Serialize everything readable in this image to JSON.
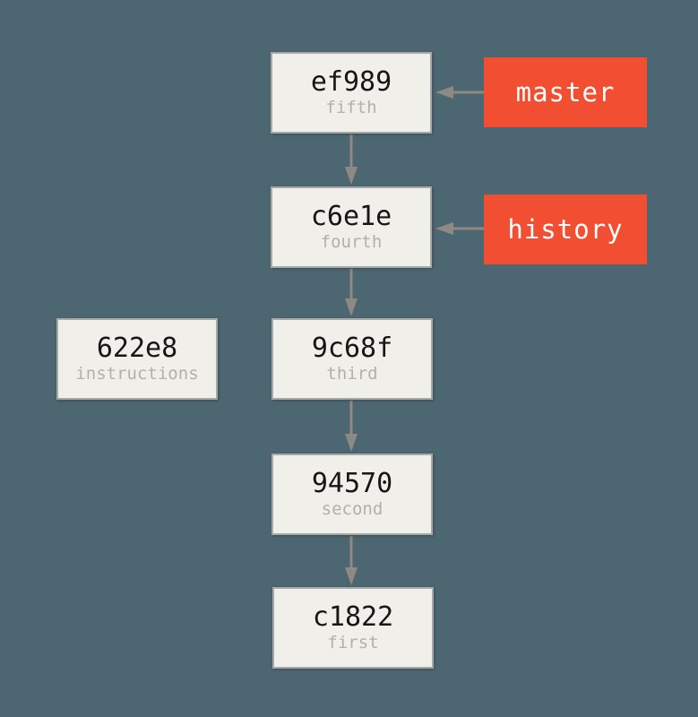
{
  "diagram": {
    "type": "git-commit-graph",
    "background_color": "#4c6771",
    "commit_box": {
      "fill": "#f0efe9",
      "border": "#a8a8a8",
      "hash_color": "#161616",
      "label_color": "#b4afa8"
    },
    "branch_label_style": {
      "fill": "#f14e32",
      "text_color": "#ffffff"
    },
    "arrow_color": "#8e8a83",
    "commits": [
      {
        "hash": "ef989",
        "label": "fifth"
      },
      {
        "hash": "c6e1e",
        "label": "fourth"
      },
      {
        "hash": "9c68f",
        "label": "third"
      },
      {
        "hash": "94570",
        "label": "second"
      },
      {
        "hash": "c1822",
        "label": "first"
      },
      {
        "hash": "622e8",
        "label": "instructions"
      }
    ],
    "edges": [
      {
        "from": "ef989",
        "to": "c6e1e"
      },
      {
        "from": "c6e1e",
        "to": "9c68f"
      },
      {
        "from": "9c68f",
        "to": "94570"
      },
      {
        "from": "94570",
        "to": "c1822"
      }
    ],
    "branches": [
      {
        "name": "master",
        "points_to": "ef989"
      },
      {
        "name": "history",
        "points_to": "c6e1e"
      }
    ]
  }
}
